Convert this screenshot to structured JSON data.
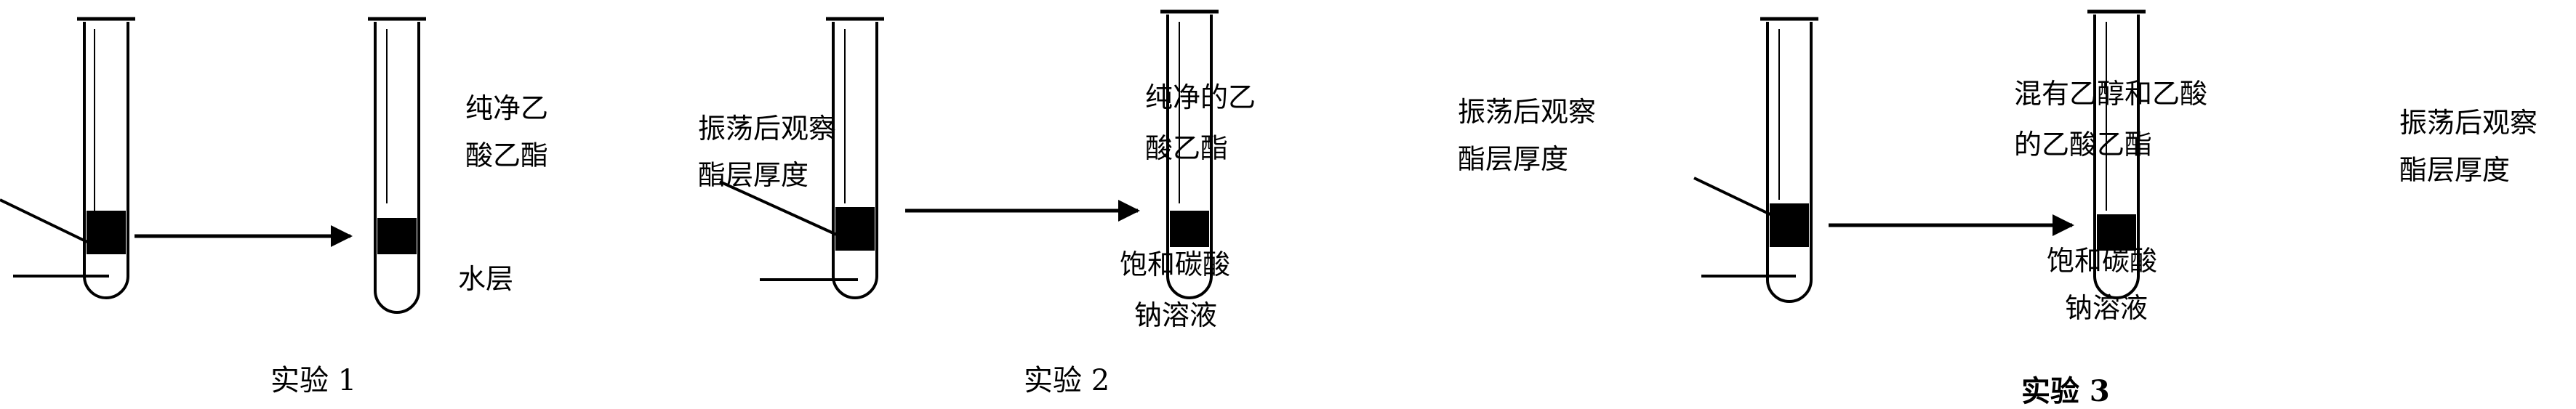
{
  "experiments": [
    {
      "caption": "实验 1",
      "product_label": [
        "纯净乙",
        "酸乙酯"
      ],
      "lower_label": "水层",
      "action_label": []
    },
    {
      "caption": "实验 2",
      "product_label": [
        "纯净的乙",
        "酸乙酯"
      ],
      "lower_label": [
        "饱和碳酸",
        "钠溶液"
      ],
      "action_label": [
        "振荡后观察",
        "酯层厚度"
      ]
    },
    {
      "caption": "实验 3",
      "product_label": [
        "混有乙醇和乙酸",
        "的乙酸乙酯"
      ],
      "lower_label": [
        "饱和碳酸",
        "钠溶液"
      ],
      "action_label": [
        "振荡后观察",
        "酯层厚度"
      ]
    }
  ],
  "trailing_label": [
    "振荡后观察",
    "酯层厚度"
  ]
}
